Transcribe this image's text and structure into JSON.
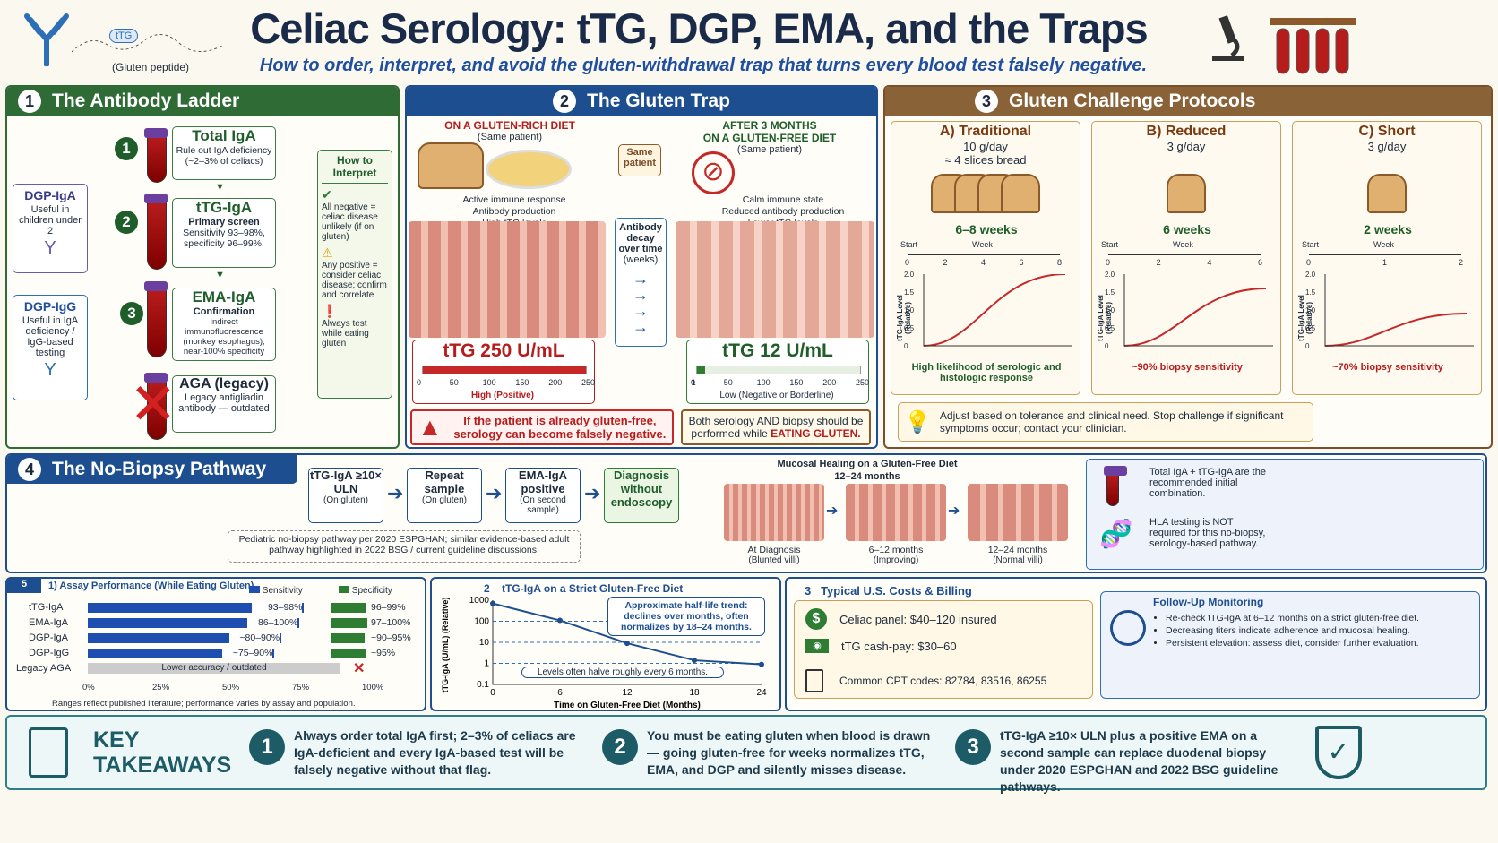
{
  "header": {
    "title": "Celiac Serology: tTG, DGP, EMA, and the Traps",
    "subtitle": "How to order, interpret, and avoid the gluten-withdrawal trap that turns every blood test falsely negative.",
    "peptide_label": "(Gluten peptide)",
    "peptide_tag": "tTG"
  },
  "p1": {
    "num": "1",
    "title": "The Antibody Ladder",
    "total_iga": {
      "title": "Total IgA",
      "sub": "Rule out IgA deficiency (~2–3% of celiacs)"
    },
    "ttg": {
      "title": "tTG-IgA",
      "sub": "Primary screen",
      "detail": "Sensitivity 93–98%, specificity 96–99%."
    },
    "ema": {
      "title": "EMA-IgA",
      "sub": "Confirmation",
      "detail": "Indirect immunofluorescence (monkey esophagus); near-100% specificity"
    },
    "aga": {
      "title": "AGA (legacy)",
      "sub": "Legacy antigliadin antibody — outdated"
    },
    "dgp_iga": {
      "title": "DGP-IgA",
      "sub": "Useful in children under 2"
    },
    "dgp_igg": {
      "title": "DGP-IgG",
      "sub": "Useful in IgA deficiency / IgG-based testing"
    },
    "interp": {
      "title": "How to Interpret",
      "a": "All negative = celiac disease unlikely (if on gluten)",
      "b": "Any positive = consider celiac disease; confirm and correlate",
      "c": "Always test while eating gluten"
    }
  },
  "p2": {
    "num": "2",
    "title": "The Gluten Trap",
    "left_head": "ON A GLUTEN-RICH DIET",
    "left_sub": "(Same patient)",
    "right_head1": "AFTER 3 MONTHS",
    "right_head2": "ON A GLUTEN-FREE DIET",
    "right_sub": "(Same patient)",
    "same": "Same patient",
    "left_notes": [
      "Active immune response",
      "Antibody production",
      "High tTG levels"
    ],
    "right_notes": [
      "Calm immune state",
      "Reduced antibody production",
      "Lower tTG levels"
    ],
    "decay": [
      "Antibody",
      "decay",
      "over time",
      "(weeks)"
    ],
    "left_gauge": {
      "label": "tTG 250 U/mL",
      "ticks": [
        "0",
        "50",
        "100",
        "150",
        "200",
        "250"
      ],
      "caption": "High (Positive)",
      "value": 250
    },
    "right_gauge": {
      "label": "tTG 12 U/mL",
      "ticks": [
        "0",
        "1",
        "50",
        "100",
        "150",
        "200",
        "250"
      ],
      "caption": "Low (Negative or Borderline)",
      "value": 12
    },
    "warn": "If the patient is already gluten-free, serology can become falsely negative.",
    "both": "Both serology AND biopsy should be performed while",
    "eating": "EATING GLUTEN."
  },
  "p3": {
    "num": "3",
    "title": "Gluten Challenge Protocols",
    "cols": [
      {
        "name": "A) Traditional",
        "dose": "10 g/day",
        "dose2": "≈ 4 slices bread",
        "dur": "6–8 weeks",
        "ticks": [
          "0",
          "2",
          "4",
          "6",
          "8"
        ],
        "note": "High likelihood of serologic and histologic response",
        "level": 2.0
      },
      {
        "name": "B) Reduced",
        "dose": "3 g/day",
        "dose2": "",
        "dur": "6 weeks",
        "ticks": [
          "0",
          "2",
          "4",
          "6"
        ],
        "note": "~90% biopsy sensitivity",
        "level": 1.6
      },
      {
        "name": "C) Short",
        "dose": "3 g/day",
        "dose2": "",
        "dur": "2 weeks",
        "ticks": [
          "0",
          "1",
          "2"
        ],
        "note": "~70% biopsy sensitivity",
        "level": 0.9
      }
    ],
    "start": "Start",
    "week": "Week",
    "ylab": "tTG-IgA Level (Relative)",
    "yticks": [
      "2.0",
      "1.5",
      "1.0",
      "0.5",
      "0"
    ],
    "advice": "Adjust based on tolerance and clinical need. Stop challenge if significant symptoms occur; contact your clinician."
  },
  "p4": {
    "num": "4",
    "title": "The No-Biopsy Pathway",
    "steps": [
      {
        "t": "tTG-IgA ≥10× ULN",
        "s": "(On gluten)"
      },
      {
        "t": "Repeat sample",
        "s": "(On gluten)"
      },
      {
        "t": "EMA-IgA positive",
        "s": "(On second sample)"
      },
      {
        "t": "Diagnosis without endoscopy",
        "s": ""
      }
    ],
    "note": "Pediatric no-biopsy pathway per 2020 ESPGHAN; similar evidence-based adult pathway highlighted in 2022 BSG / current guideline discussions.",
    "heal_title": "Mucosal Healing on a Gluten-Free Diet",
    "heal_sub": "12–24 months",
    "stages": [
      {
        "t": "At Diagnosis",
        "s": "(Blunted villi)"
      },
      {
        "t": "6–12 months",
        "s": "(Improving)"
      },
      {
        "t": "12–24 months",
        "s": "(Normal villi)"
      }
    ],
    "side1": "Total IgA + tTG-IgA are the recommended initial combination.",
    "side2": "HLA testing is NOT required for this no-biopsy, serology-based pathway."
  },
  "p5": {
    "num": "5",
    "title": "1) Assay Performance (While Eating Gluten)",
    "sens": "Sensitivity",
    "spec": "Specificity",
    "rows": [
      {
        "n": "tTG-IgA",
        "s": "93–98%",
        "sv": 95,
        "p": "96–99%",
        "pv": 98
      },
      {
        "n": "EMA-IgA",
        "s": "86–100%",
        "sv": 93,
        "p": "97–100%",
        "pv": 99
      },
      {
        "n": "DGP-IgA",
        "s": "~80–90%",
        "sv": 85,
        "p": "~90–95%",
        "pv": 92
      },
      {
        "n": "DGP-IgG",
        "s": "~75–90%",
        "sv": 82,
        "p": "~95%",
        "pv": 95
      }
    ],
    "aga": "Legacy AGA",
    "aga_bar": "Lower accuracy / outdated",
    "axis": [
      "0%",
      "25%",
      "50%",
      "75%",
      "100%"
    ],
    "foot": "Ranges reflect published literature; performance varies by assay and population."
  },
  "p6": {
    "num": "2",
    "title": "tTG-IgA on a Strict Gluten-Free Diet",
    "ylab": "tTG-IgA (U/mL) (Relative)",
    "xlab": "Time on Gluten-Free Diet (Months)",
    "yticks": [
      "1000",
      "100",
      "10",
      "1",
      "0.1"
    ],
    "xticks": [
      "0",
      "6",
      "12",
      "18",
      "24"
    ],
    "points": [
      {
        "x": 0,
        "y": 700
      },
      {
        "x": 6,
        "y": 110
      },
      {
        "x": 12,
        "y": 9
      },
      {
        "x": 18,
        "y": 1.4
      },
      {
        "x": 24,
        "y": 0.9
      }
    ],
    "callout": "Approximate half-life trend: declines over months, often normalizes by 18–24 months.",
    "note": "Levels often halve roughly every 6 months."
  },
  "p7": {
    "num": "3",
    "title": "Typical U.S. Costs & Billing",
    "a": "Celiac panel: $40–120 insured",
    "b": "tTG cash-pay: $30–60",
    "c": "Common CPT codes: 82784, 83516, 86255",
    "fu_title": "Follow-Up Monitoring",
    "fu": [
      "Re-check tTG-IgA at 6–12 months on a strict gluten-free diet.",
      "Decreasing titers indicate adherence and mucosal healing.",
      "Persistent elevation: assess diet, consider further evaluation."
    ]
  },
  "take": {
    "title1": "KEY",
    "title2": "TAKEAWAYS",
    "items": [
      {
        "n": "1",
        "t": "Always order total IgA first; 2–3% of celiacs are IgA-deficient and every IgA-based test will be falsely negative without that flag."
      },
      {
        "n": "2",
        "t": "You must be eating gluten when blood is drawn — going gluten-free for weeks normalizes tTG, EMA, and DGP and silently misses disease."
      },
      {
        "n": "3",
        "t": "tTG-IgA ≥10× ULN plus a positive EMA on a second sample can replace duodenal biopsy under 2020 ESPGHAN and 2022 BSG guideline pathways."
      }
    ]
  }
}
